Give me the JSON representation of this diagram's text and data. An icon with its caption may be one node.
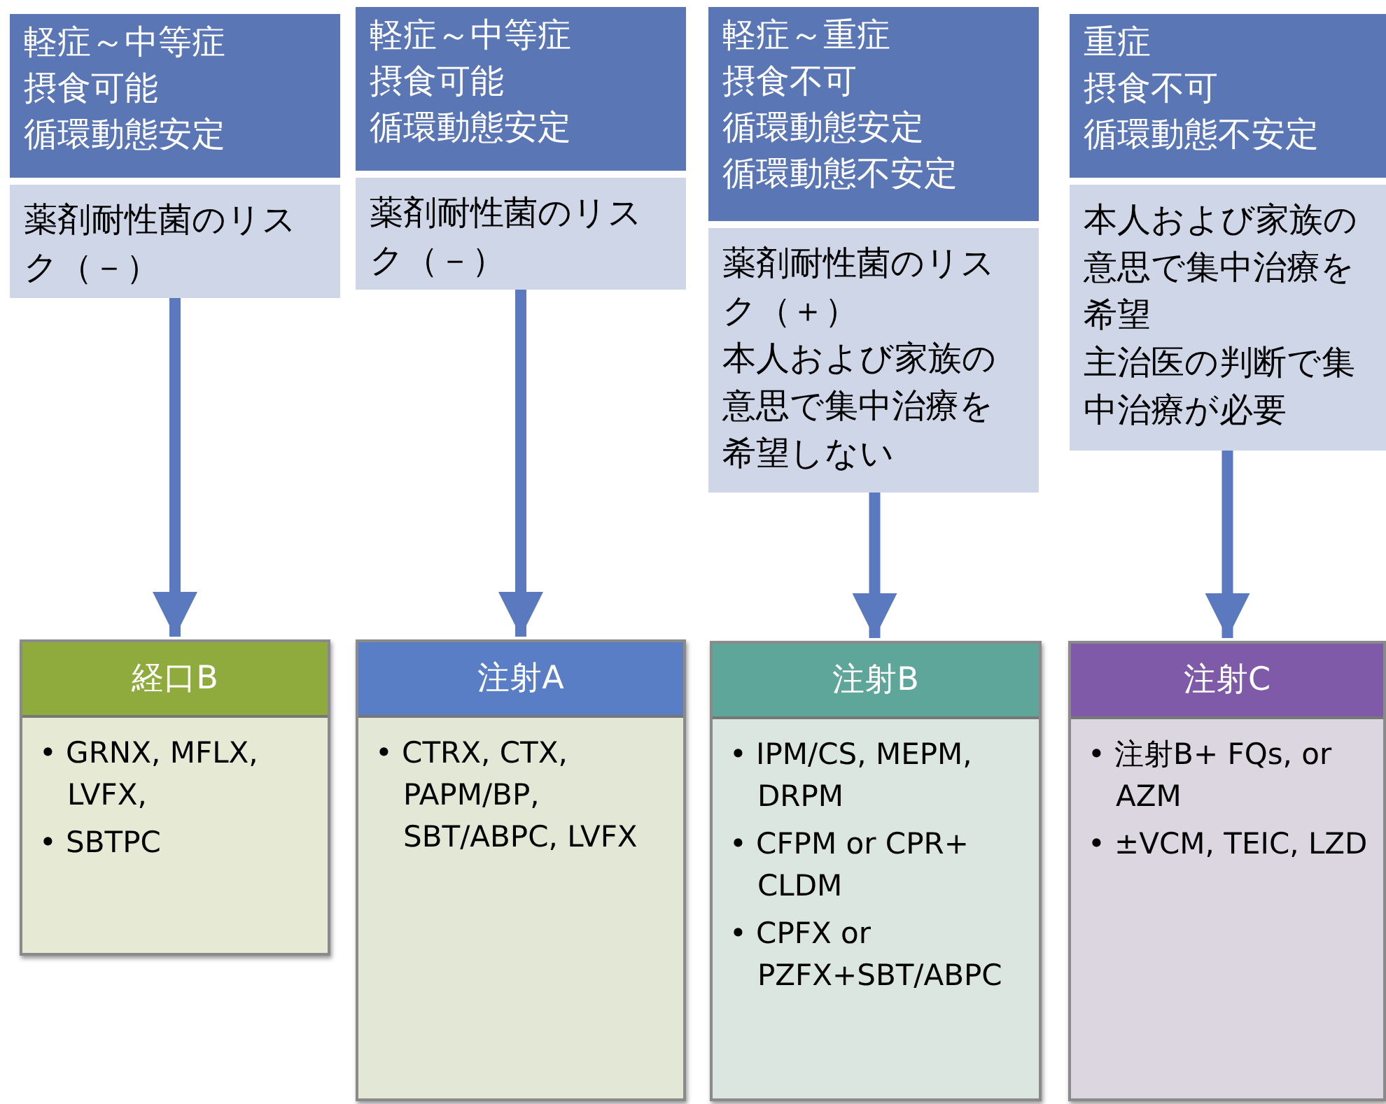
{
  "diagram": {
    "nodes": [
      {
        "text": [
          "軽症～中等症",
          "摂食可能",
          "循環動態安定"
        ]
      },
      {
        "text": [
          "薬剤耐性菌のリスク（－）"
        ]
      },
      {
        "text": [
          "経口B",
          "• GRNX, MFLX, LVFX,",
          "• SBTPC"
        ]
      },
      {
        "text": [
          "軽症～中等症",
          "摂食可能",
          "循環動態安定"
        ]
      },
      {
        "text": [
          "薬剤耐性菌のリスク（－）"
        ]
      },
      {
        "text": [
          "注射A",
          "• CTRX, CTX, PAPM/BP, SBT/ABPC, LVFX"
        ]
      },
      {
        "text": [
          "軽症～重症",
          "摂食不可",
          "循環動態安定",
          "循環動態不安定"
        ]
      },
      {
        "text": [
          "薬剤耐性菌のリスク（＋）",
          "本人および家族の意思で集中治療を希望しない"
        ]
      },
      {
        "text": [
          "注射B",
          "• IPM/CS, MEPM, DRPM",
          "• CFPM or CPR+ CLDM",
          "• CPFX or PZFX+SBT/ABPC"
        ]
      },
      {
        "text": [
          "重症",
          "摂食不可",
          "循環動態不安定"
        ]
      },
      {
        "text": [
          "本人および家族の意思で集中治療を希望",
          "主治医の判断で集中治療が必要"
        ]
      },
      {
        "text": [
          "注射C",
          "• 注射B+ FQs, or AZM",
          "• ±VCM, TEIC, LZD"
        ]
      }
    ],
    "edges": [
      {
        "from": 1,
        "to": 2,
        "arrow": "to"
      },
      {
        "from": 4,
        "to": 5,
        "arrow": "to"
      },
      {
        "from": 7,
        "to": 8,
        "arrow": "to"
      },
      {
        "from": 10,
        "to": 11,
        "arrow": "to"
      }
    ]
  }
}
